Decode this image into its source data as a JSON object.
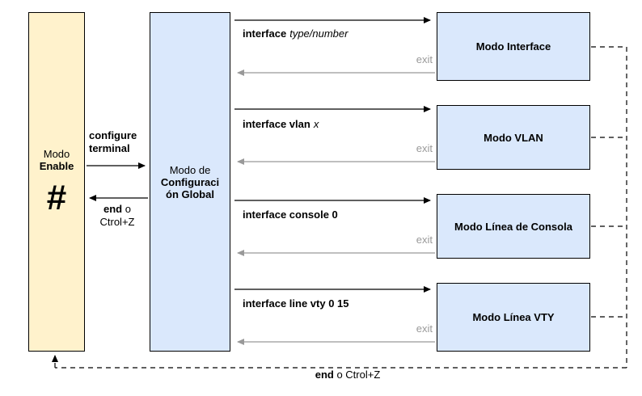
{
  "enable_box": {
    "line1": "Modo",
    "line2": "Enable",
    "symbol": "#"
  },
  "global_box": {
    "line1": "Modo de",
    "line2": "Configuración Global"
  },
  "modes": [
    {
      "label": "Modo Interface"
    },
    {
      "label": "Modo VLAN"
    },
    {
      "label": "Modo Línea de Consola"
    },
    {
      "label": "Modo Línea VTY"
    }
  ],
  "transitions": [
    {
      "command_bold": "interface",
      "command_italic": "type/number",
      "exit": "exit"
    },
    {
      "command_bold": "interface vlan",
      "command_italic": "x",
      "exit": "exit"
    },
    {
      "command_bold": "interface console 0",
      "command_italic": "",
      "exit": "exit"
    },
    {
      "command_bold": "interface line vty 0 15",
      "command_italic": "",
      "exit": "exit"
    }
  ],
  "configure_label": {
    "line1": "configure",
    "line2": "terminal"
  },
  "end_label": {
    "bold": "end",
    "rest": " o",
    "line2": "Ctrol+Z"
  },
  "bottom_label": {
    "bold": "end",
    "rest": " o Ctrol+Z"
  },
  "colors": {
    "enable_fill": "#FFF2CC",
    "mode_fill": "#DAE8FC",
    "exit_gray": "#999999",
    "arrow_black": "#000000"
  }
}
